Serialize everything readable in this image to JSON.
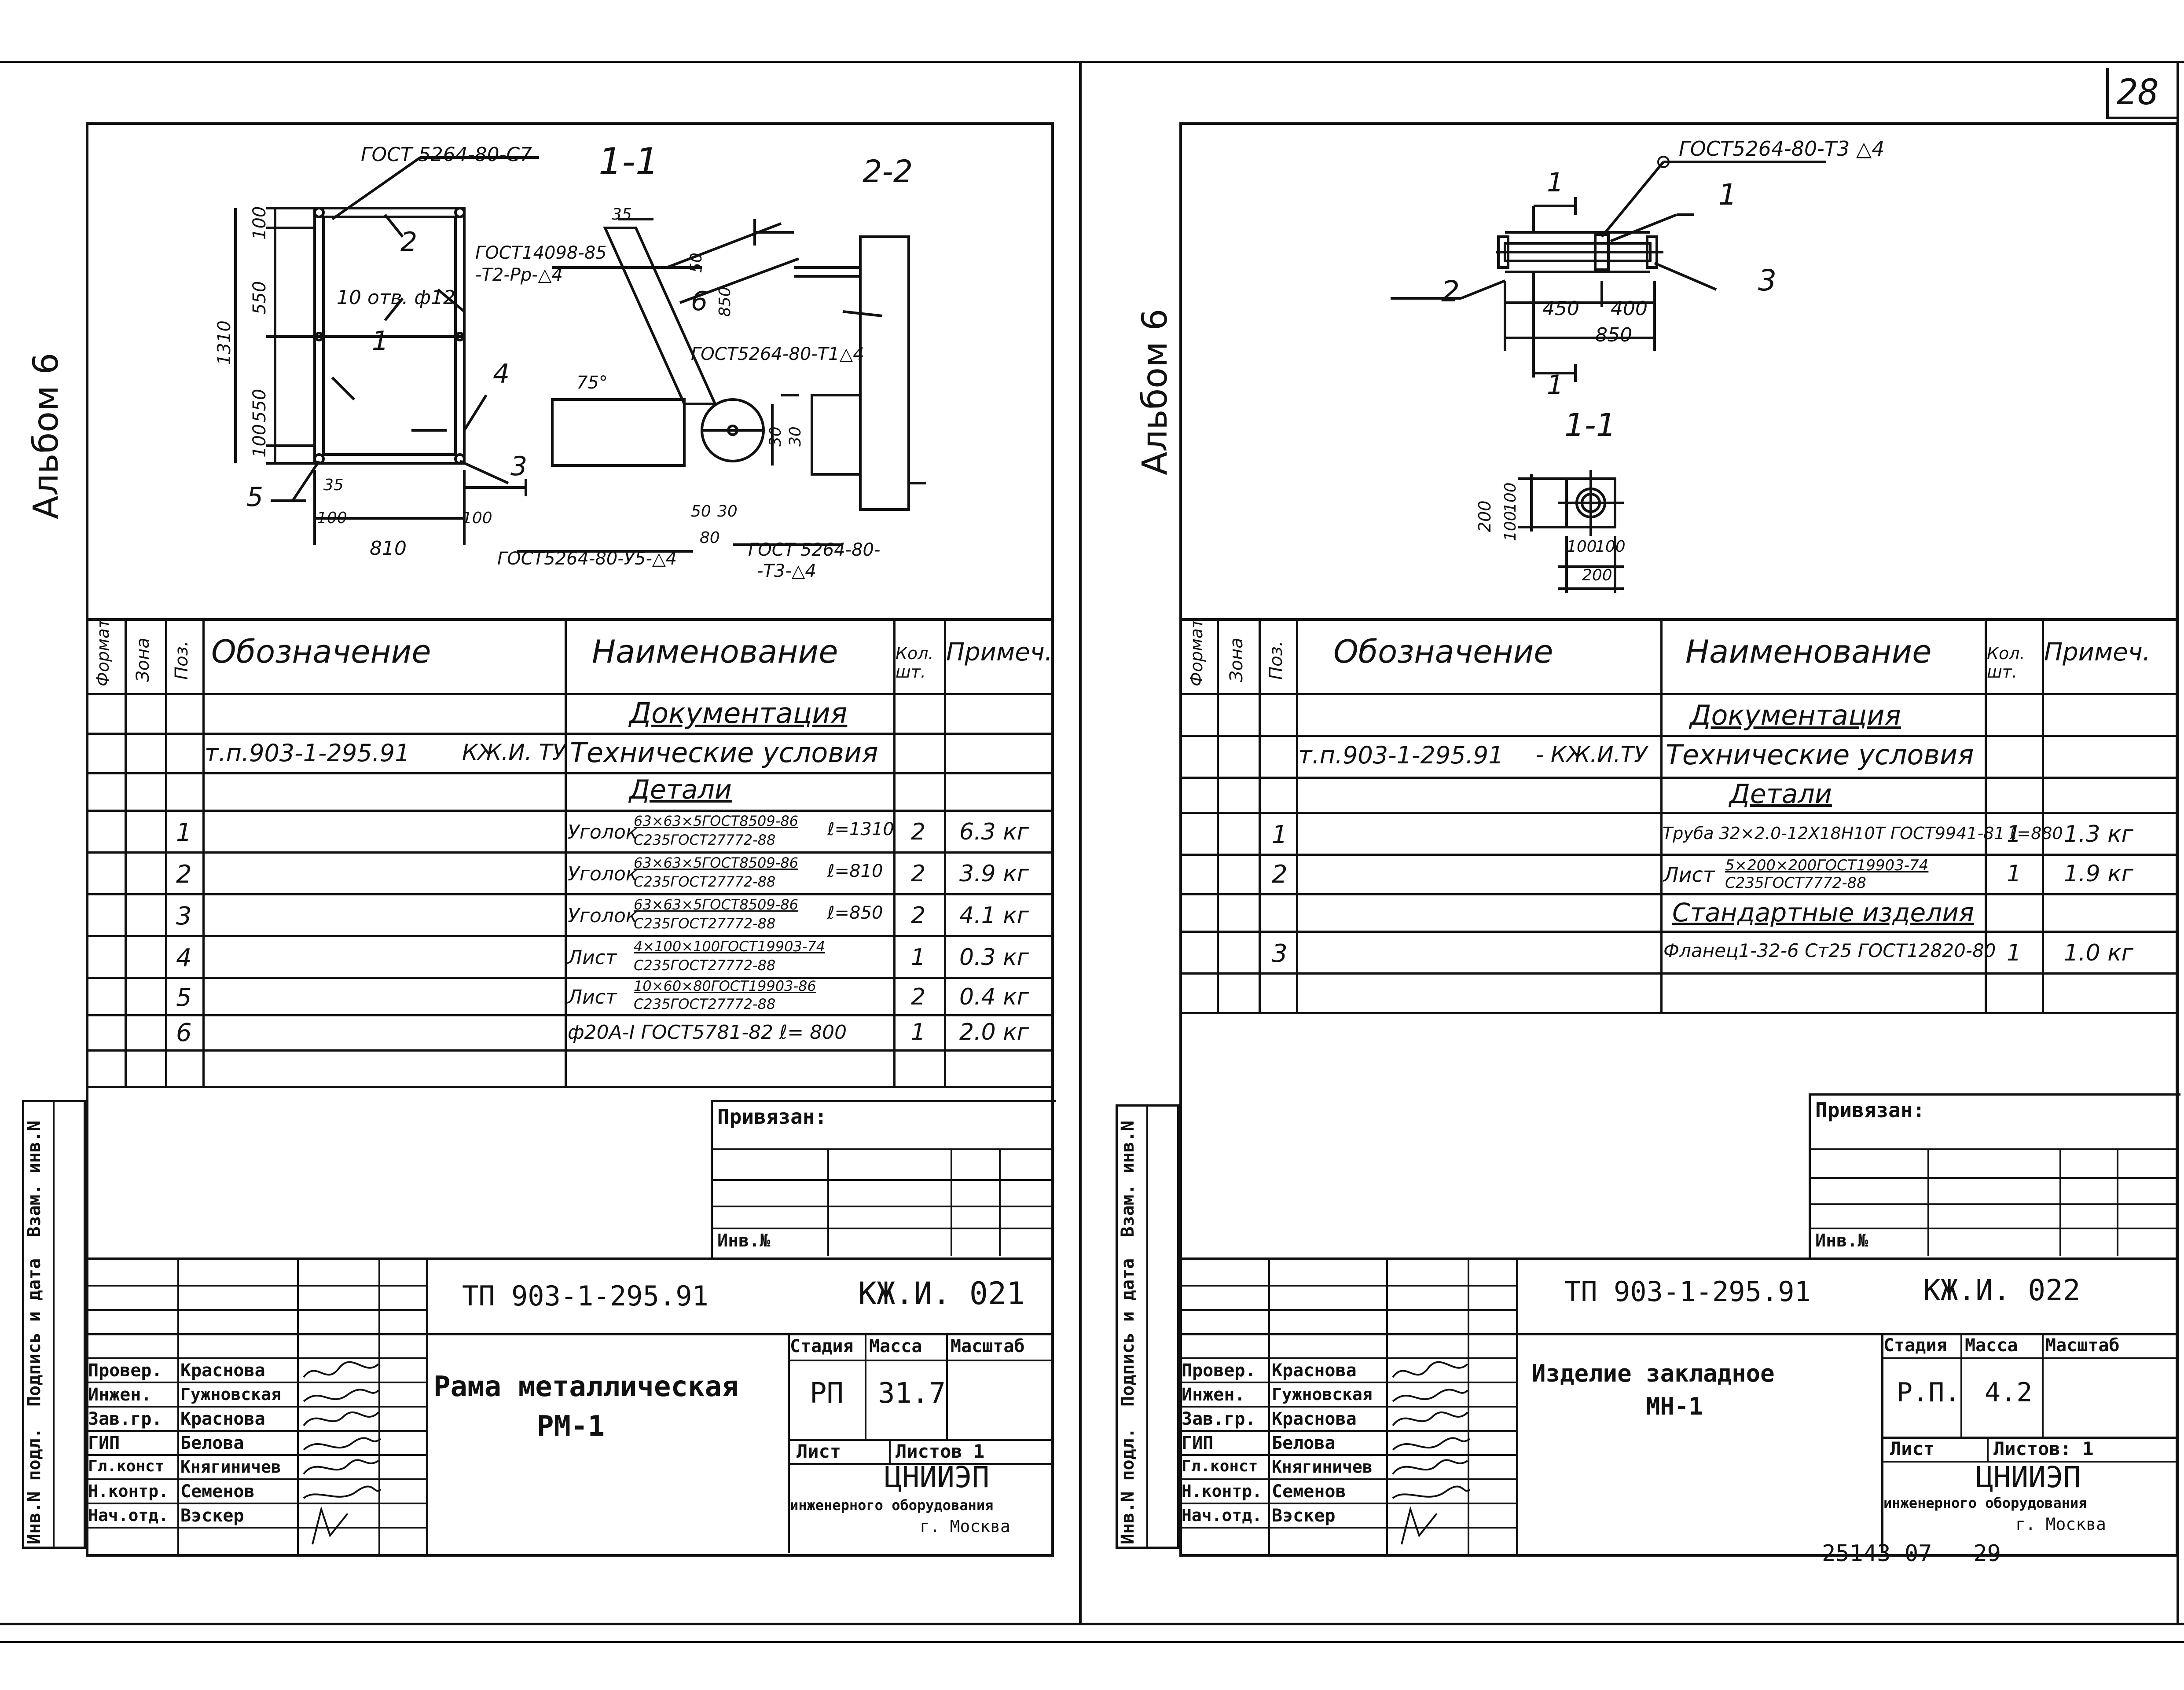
{
  "page_number": "28",
  "page_footer": "25143-07   29",
  "left": {
    "album": "Альбом 6",
    "drawing": {
      "section_a": "1-1",
      "section_b": "2-2",
      "weld_notes": [
        "ГОСТ 5264-80-С7",
        "ГОСТ14098-85",
        "-Т2-Рр-△4",
        "ГОСТ5264-80-Т1△4",
        "ГОСТ5264-80-У5-△4",
        "ГОСТ 5264-80-",
        "-Т3-△4"
      ],
      "hole_note": "10 отв. ф12",
      "dims": [
        "100",
        "550",
        "550",
        "100",
        "1310",
        "35",
        "100",
        "810",
        "100",
        "35",
        "50",
        "850",
        "75°",
        "50",
        "30",
        "80",
        "30",
        "30"
      ],
      "position_marks": [
        "1",
        "2",
        "3",
        "4",
        "5",
        "6"
      ]
    },
    "spec": {
      "headers": {
        "format": "Формат",
        "zone": "Зона",
        "pos": "Поз.",
        "designation": "Обозначение",
        "name": "Наименование",
        "qty": "Кол. шт.",
        "note": "Примеч."
      },
      "section_docs": "Документация",
      "doc_designation": "т.п.903-1-295.91",
      "doc_suffix": "КЖ.И. ТУ",
      "doc_name": "Технические условия",
      "section_parts": "Детали",
      "rows": [
        {
          "pos": "1",
          "name": "Уголок",
          "name_top": "63×63×5ГОСТ8509-86",
          "name_bottom": "С235ГОСТ27772-88",
          "len": "ℓ=1310",
          "qty": "2",
          "note": "6.3 кг"
        },
        {
          "pos": "2",
          "name": "Уголок",
          "name_top": "63×63×5ГОСТ8509-86",
          "name_bottom": "С235ГОСТ27772-88",
          "len": "ℓ=810",
          "qty": "2",
          "note": "3.9 кг"
        },
        {
          "pos": "3",
          "name": "Уголок",
          "name_top": "63×63×5ГОСТ8509-86",
          "name_bottom": "С235ГОСТ27772-88",
          "len": "ℓ=850",
          "qty": "2",
          "note": "4.1 кг"
        },
        {
          "pos": "4",
          "name": "Лист",
          "name_top": "4×100×100ГОСТ19903-74",
          "name_bottom": "С235ГОСТ27772-88",
          "len": "",
          "qty": "1",
          "note": "0.3 кг"
        },
        {
          "pos": "5",
          "name": "Лист",
          "name_top": "10×60×80ГОСТ19903-86",
          "name_bottom": "С235ГОСТ27772-88",
          "len": "",
          "qty": "2",
          "note": "0.4 кг"
        },
        {
          "pos": "6",
          "name": "ф20А-I ГОСТ5781-82 ℓ= 800",
          "name_top": "",
          "name_bottom": "",
          "len": "",
          "qty": "1",
          "note": "2.0 кг"
        }
      ]
    },
    "privyazan": "Привязан:",
    "inv_no": "Инв.№",
    "side_stamp": "Инв.N подл.  Подпись и дата  Взам. инв.N",
    "title_block": {
      "doc_code": "ТП 903-1-295.91",
      "sheet_code": "КЖ.И. 021",
      "object_name_1": "Рама металлическая",
      "object_name_2": "РМ-1",
      "stage_label": "Стадия",
      "mass_label": "Масса",
      "scale_label": "Масштаб",
      "stage": "РП",
      "mass": "31.7",
      "sheet_label": "Лист",
      "sheets_label": "Листов 1",
      "org_1": "ЦНИИЭП",
      "org_2": "инженерного оборудования",
      "org_3": "г. Москва",
      "roles": [
        {
          "role": "Провер.",
          "person": "Краснова"
        },
        {
          "role": "Инжен.",
          "person": "Гужновская"
        },
        {
          "role": "Зав.гр.",
          "person": "Краснова"
        },
        {
          "role": "ГИП",
          "person": "Белова"
        },
        {
          "role": "Гл.конст",
          "person": "Княгиничев"
        },
        {
          "role": "Н.контр.",
          "person": "Семенов"
        },
        {
          "role": "Нач.отд.",
          "person": "Вэскер"
        }
      ]
    }
  },
  "right": {
    "album": "Альбом 6",
    "drawing": {
      "section": "1-1",
      "weld_note": "ГОСТ5264-80-Т3 △4",
      "dims": [
        "450",
        "400",
        "850",
        "200",
        "100",
        "100",
        "100",
        "100",
        "200"
      ],
      "position_marks": [
        "1",
        "2",
        "3"
      ]
    },
    "spec": {
      "headers": {
        "format": "Формат",
        "zone": "Зона",
        "pos": "Поз.",
        "designation": "Обозначение",
        "name": "Наименование",
        "qty": "Кол. шт.",
        "note": "Примеч."
      },
      "section_docs": "Документация",
      "doc_designation": "т.п.903-1-295.91",
      "doc_suffix": "- КЖ.И.ТУ",
      "doc_name": "Технические условия",
      "section_parts": "Детали",
      "section_std": "Стандартные изделия",
      "rows": [
        {
          "pos": "1",
          "name": "Труба 32×2.0-12Х18Н10Т ГОСТ9941-81 ℓ=880",
          "qty": "1",
          "note": "1.3 кг"
        },
        {
          "pos": "2",
          "name": "Лист",
          "name_top": "5×200×200ГОСТ19903-74",
          "name_bottom": "С235ГОСТ7772-88",
          "qty": "1",
          "note": "1.9 кг"
        },
        {
          "pos": "3",
          "name": "Фланец1-32-6 Ст25 ГОСТ12820-80",
          "qty": "1",
          "note": "1.0 кг"
        }
      ]
    },
    "privyazan": "Привязан:",
    "inv_no": "Инв.№",
    "side_stamp": "Инв.N подл.  Подпись и дата  Взам. инв.N",
    "title_block": {
      "doc_code": "ТП 903-1-295.91",
      "sheet_code": "КЖ.И. 022",
      "object_name_1": "Изделие закладное",
      "object_name_2": "МН-1",
      "stage_label": "Стадия",
      "mass_label": "Масса",
      "scale_label": "Масштаб",
      "stage": "Р.П.",
      "mass": "4.2",
      "sheet_label": "Лист",
      "sheets_label": "Листов: 1",
      "org_1": "ЦНИИЭП",
      "org_2": "инженерного оборудования",
      "org_3": "г. Москва",
      "roles": [
        {
          "role": "Провер.",
          "person": "Краснова"
        },
        {
          "role": "Инжен.",
          "person": "Гужновская"
        },
        {
          "role": "Зав.гр.",
          "person": "Краснова"
        },
        {
          "role": "ГИП",
          "person": "Белова"
        },
        {
          "role": "Гл.конст",
          "person": "Княгиничев"
        },
        {
          "role": "Н.контр.",
          "person": "Семенов"
        },
        {
          "role": "Нач.отд.",
          "person": "Вэскер"
        }
      ]
    }
  }
}
